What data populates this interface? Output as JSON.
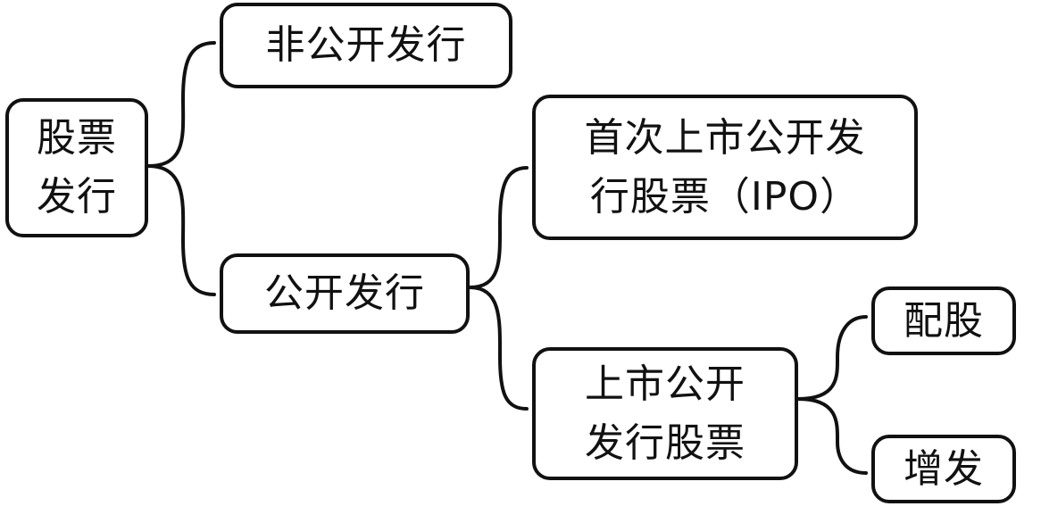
{
  "diagram": {
    "root": {
      "label": "股票\n发行"
    },
    "non_public_offering": {
      "label": "非公开发行"
    },
    "public_offering": {
      "label": "公开发行"
    },
    "ipo": {
      "label": "首次上市公开发\n行股票（IPO）"
    },
    "listed_public_offering": {
      "label": "上市公开\n发行股票"
    },
    "rights_issue": {
      "label": "配股"
    },
    "additional_issue": {
      "label": "增发"
    }
  }
}
